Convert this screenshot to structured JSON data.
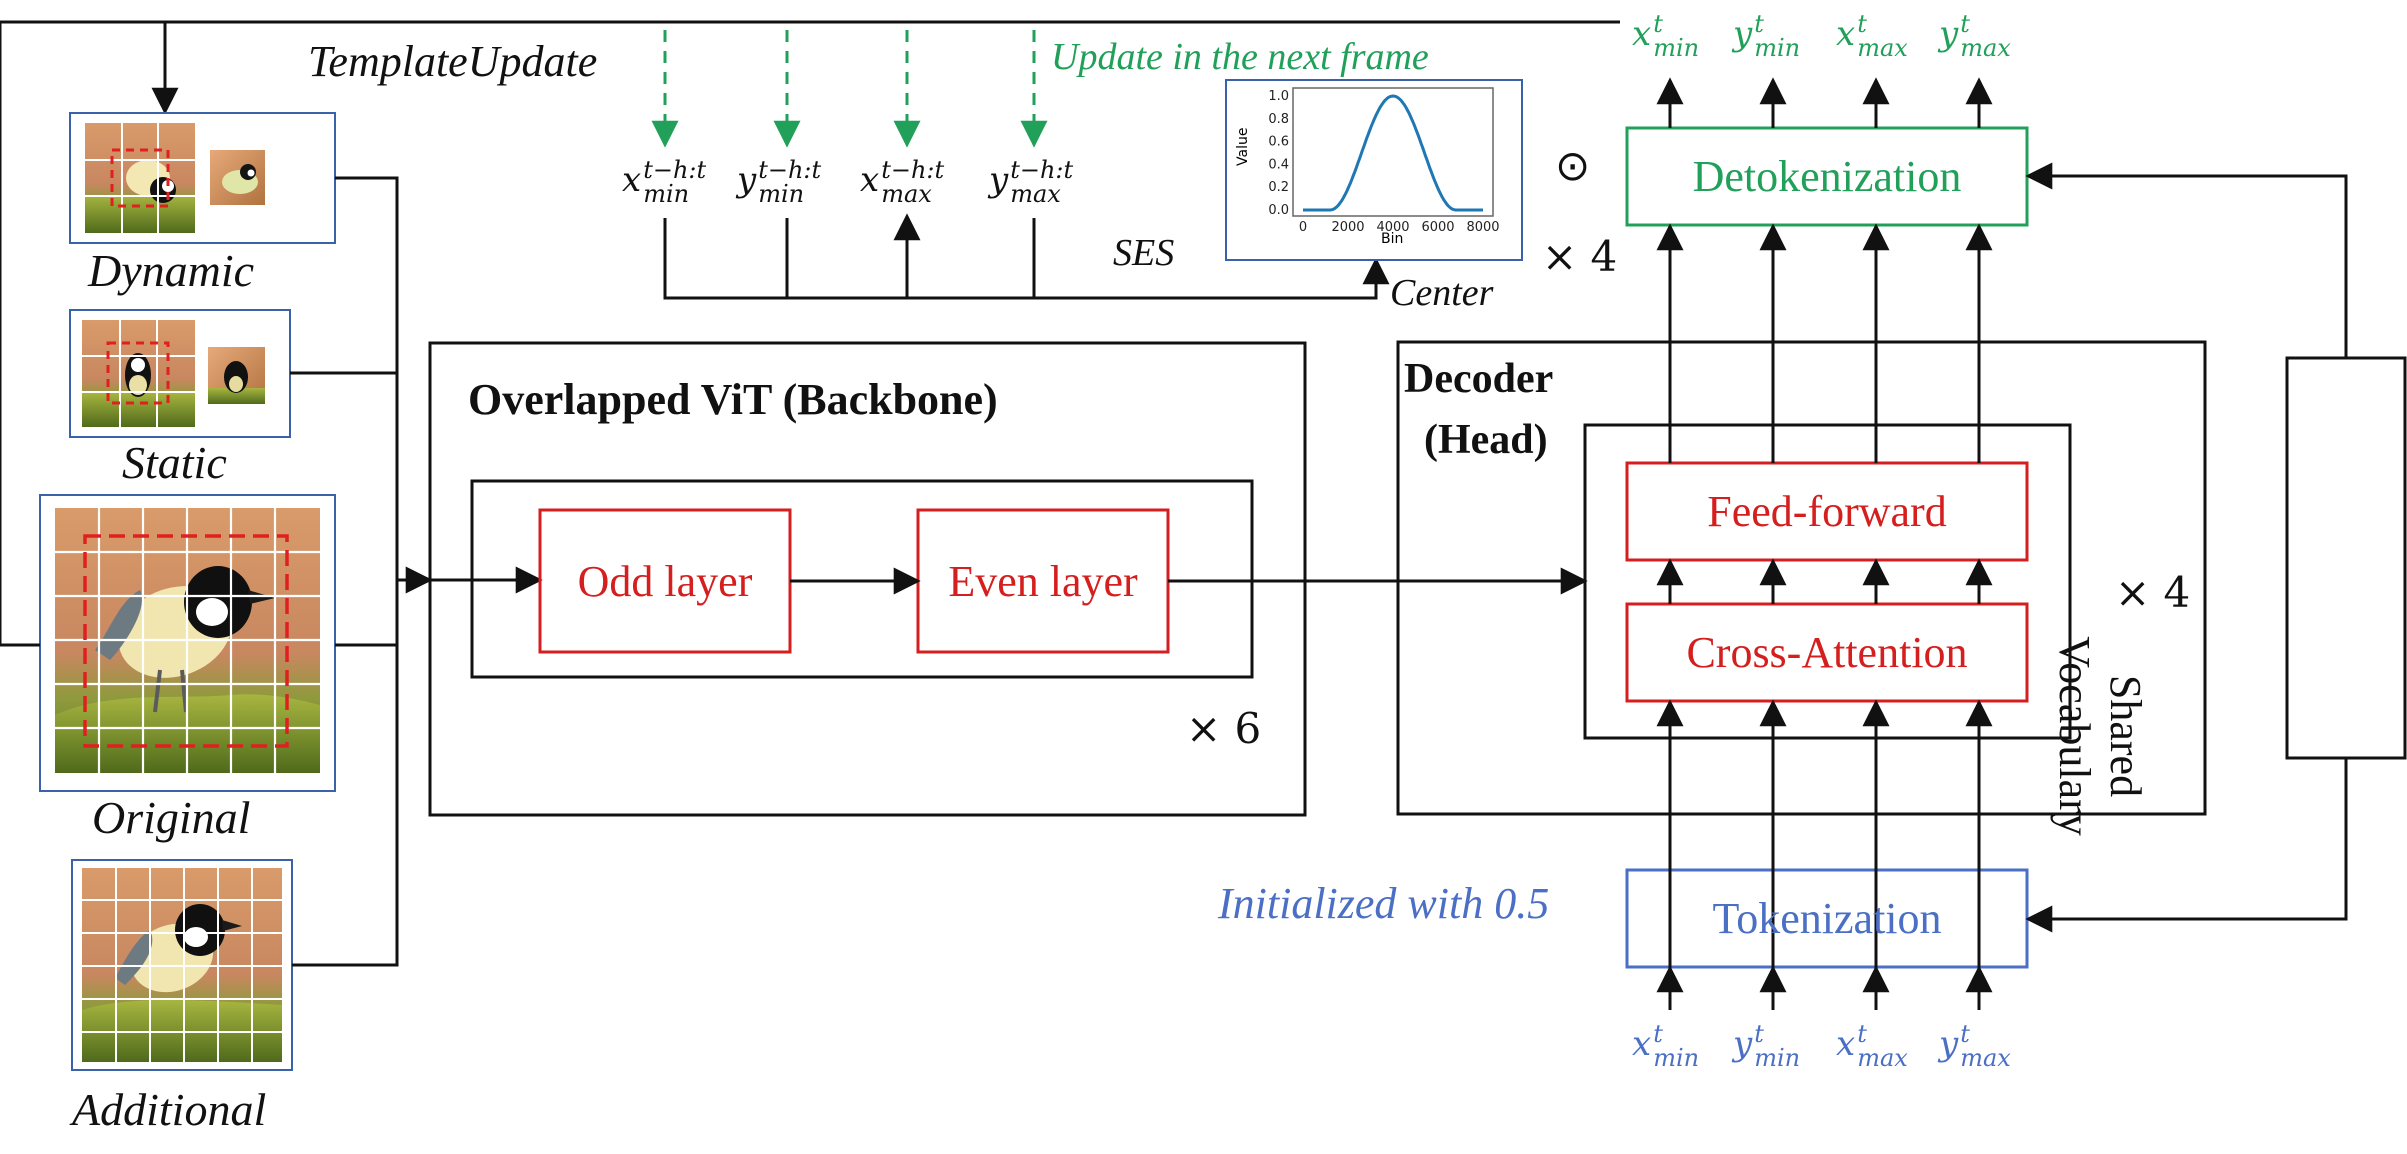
{
  "labels": {
    "template_update": "TemplateUpdate",
    "update_next_frame": "Update in the next frame",
    "dynamic": "Dynamic",
    "static": "Static",
    "original": "Original",
    "additional": "Additional",
    "ses": "SES",
    "center": "Center",
    "times4_top": "× 4",
    "times4_mid": "× 4",
    "times6": "× 6",
    "odot": "⊙",
    "initialized": "Initialized with 0.5"
  },
  "boxes": {
    "backbone_title": "Overlapped ViT (Backbone)",
    "odd_layer": "Odd layer",
    "even_layer": "Even layer",
    "decoder_title_1": "Decoder",
    "decoder_title_2": "(Head)",
    "feed_forward": "Feed-forward",
    "cross_attention": "Cross-Attention",
    "detokenization": "Detokenization",
    "tokenization": "Tokenization",
    "shared_vocab_1": "Shared",
    "shared_vocab_2": "Vocabulary"
  },
  "coords_history": [
    {
      "base": "x",
      "sub": "min",
      "sup": "t−h:t"
    },
    {
      "base": "y",
      "sub": "min",
      "sup": "t−h:t"
    },
    {
      "base": "x",
      "sub": "max",
      "sup": "t−h:t"
    },
    {
      "base": "y",
      "sub": "max",
      "sup": "t−h:t"
    }
  ],
  "coords_out": [
    {
      "base": "x",
      "sub": "min",
      "sup": "t"
    },
    {
      "base": "y",
      "sub": "min",
      "sup": "t"
    },
    {
      "base": "x",
      "sub": "max",
      "sup": "t"
    },
    {
      "base": "y",
      "sub": "max",
      "sup": "t"
    }
  ],
  "coords_in": [
    {
      "base": "x",
      "sub": "min",
      "sup": "t"
    },
    {
      "base": "y",
      "sub": "min",
      "sup": "t"
    },
    {
      "base": "x",
      "sub": "max",
      "sup": "t"
    },
    {
      "base": "y",
      "sub": "max",
      "sup": "t"
    }
  ],
  "ses_plot": {
    "ylabel": "Value",
    "xlabel": "Bin",
    "x_ticks": [
      "0",
      "2000",
      "4000",
      "6000",
      "8000"
    ],
    "y_ticks": [
      "0.0",
      "0.2",
      "0.4",
      "0.6",
      "0.8",
      "1.0"
    ],
    "xlim": [
      0,
      8000
    ],
    "ylim": [
      0,
      1
    ],
    "curve_color": "#1f77b4"
  },
  "colors": {
    "green": "#21a05a",
    "blue": "#4a6fc4",
    "red": "#d51f1f",
    "black": "#111111",
    "image_border": "#3a62a8",
    "grid_line": "#ffffff",
    "crop_box": "#e02020"
  }
}
